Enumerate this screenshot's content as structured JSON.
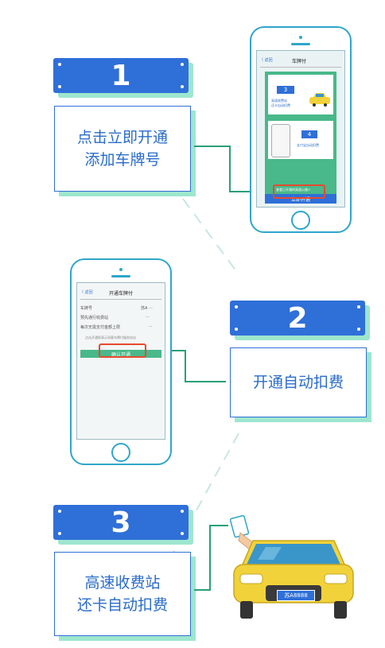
{
  "steps": [
    {
      "number": "1",
      "text": "点击立即开通\n添加车牌号"
    },
    {
      "number": "2",
      "text": "开通自动扣费"
    },
    {
      "number": "3",
      "text": "高速收费站\n还卡自动扣费"
    }
  ],
  "phone1": {
    "back": "〈 返回",
    "title": "车牌付",
    "step3_badge": "3",
    "step3_text": "高速收费站\n还卡自动扣费",
    "step4_badge": "4",
    "step4_text": "支付宝自动扣费",
    "note": "查看已开通的高速公路>",
    "button": "立即开通"
  },
  "phone2": {
    "back": "〈 返回",
    "title": "开通车牌付",
    "rows": [
      {
        "label": "车牌号",
        "value": "苏A ···"
      },
      {
        "label": "预先通行收费站",
        "value": "···"
      },
      {
        "label": "每次无需支付金额上限",
        "value": "···"
      }
    ],
    "note": "点击开通即表示同意车牌付服务协议",
    "button": "确认开通"
  },
  "car": {
    "plate": "苏A8888"
  },
  "colors": {
    "blue": "#2f6fd8",
    "mint": "#9ee6cf",
    "green": "#2a9f78",
    "red": "#e64a2e",
    "taxi": "#f2d23a"
  }
}
